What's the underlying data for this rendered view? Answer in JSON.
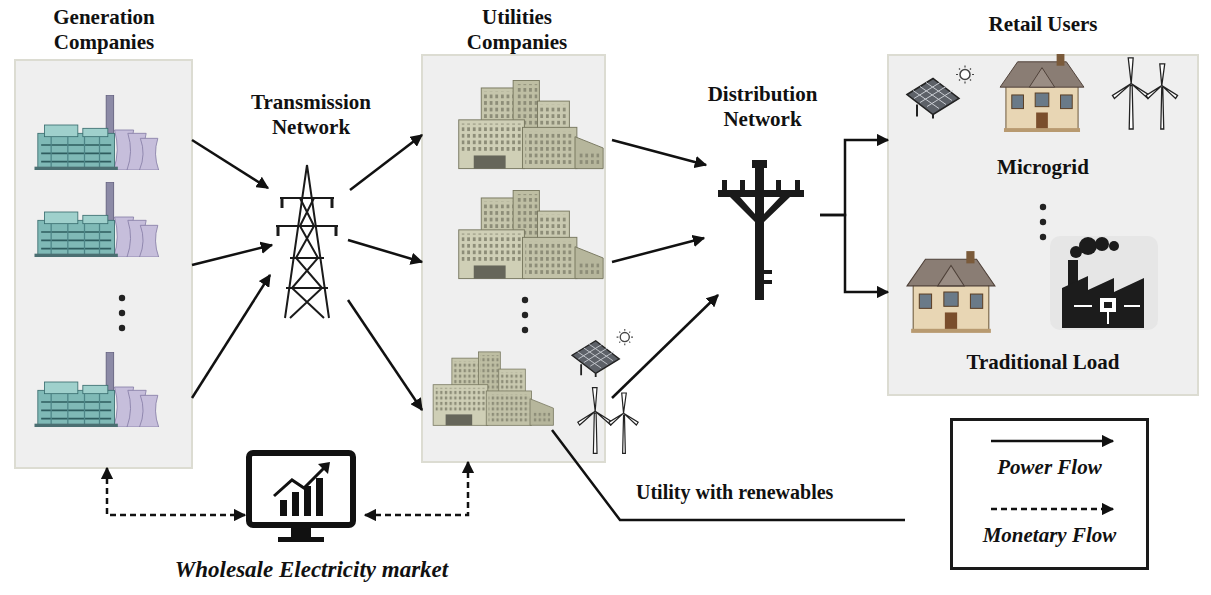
{
  "diagram": {
    "nodes": [
      {
        "text": [
          "Generation Companies"
        ]
      },
      {
        "text": [
          "Transmission Network"
        ]
      },
      {
        "text": [
          "Utilities Companies"
        ]
      },
      {
        "text": [
          "Distribution Network"
        ]
      },
      {
        "text": [
          "Retail Users",
          "Microgrid",
          "Traditional Load"
        ]
      },
      {
        "text": [
          "Wholesale Electricity market"
        ]
      }
    ],
    "edges": [
      {
        "from": 0,
        "to": 1,
        "arrow": "to"
      },
      {
        "from": 0,
        "to": 1,
        "arrow": "to"
      },
      {
        "from": 0,
        "to": 1,
        "arrow": "to"
      },
      {
        "from": 1,
        "to": 2,
        "arrow": "to"
      },
      {
        "from": 1,
        "to": 2,
        "arrow": "to"
      },
      {
        "from": 1,
        "to": 2,
        "arrow": "to"
      },
      {
        "from": 2,
        "to": 3,
        "arrow": "to"
      },
      {
        "from": 2,
        "to": 3,
        "arrow": "to"
      },
      {
        "from": 2,
        "to": 3,
        "arrow": "to"
      },
      {
        "from": 3,
        "to": 4,
        "arrow": "to"
      },
      {
        "from": 3,
        "to": 4,
        "arrow": "to"
      },
      {
        "from": 0,
        "to": 5,
        "arrow": "both"
      },
      {
        "from": 5,
        "to": 2,
        "arrow": "both"
      }
    ],
    "labels": [
      "Utility with renewables"
    ],
    "legend": [
      {
        "text": "Power Flow"
      },
      {
        "text": "Monetary Flow"
      }
    ]
  }
}
